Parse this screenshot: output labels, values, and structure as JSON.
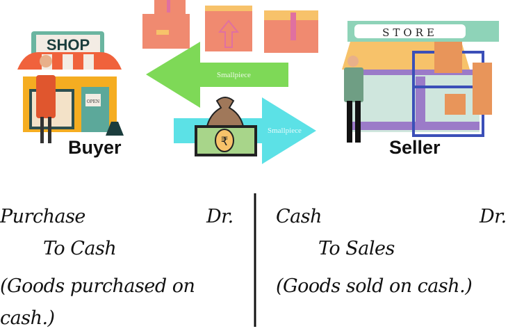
{
  "illustration": {
    "shop_sign": "SHOP",
    "shop_open_sign": "OPEN",
    "store_sign": "STORE",
    "buyer_label": "Buyer",
    "seller_label": "Seller",
    "watermark": "Smallpiece",
    "currency_symbol": "₹",
    "goods_arrow_color": "#7ed957",
    "cash_arrow_color": "#5ce1e6"
  },
  "buyer_entry": {
    "debit_account": "Purchase",
    "dr": "Dr.",
    "credit_account": "To Cash",
    "narration_line1": "(Goods purchased on",
    "narration_line2": "cash.)"
  },
  "seller_entry": {
    "debit_account": "Cash",
    "dr": "Dr.",
    "credit_account": "To Sales",
    "narration_line1": "(Goods sold on cash.)"
  }
}
